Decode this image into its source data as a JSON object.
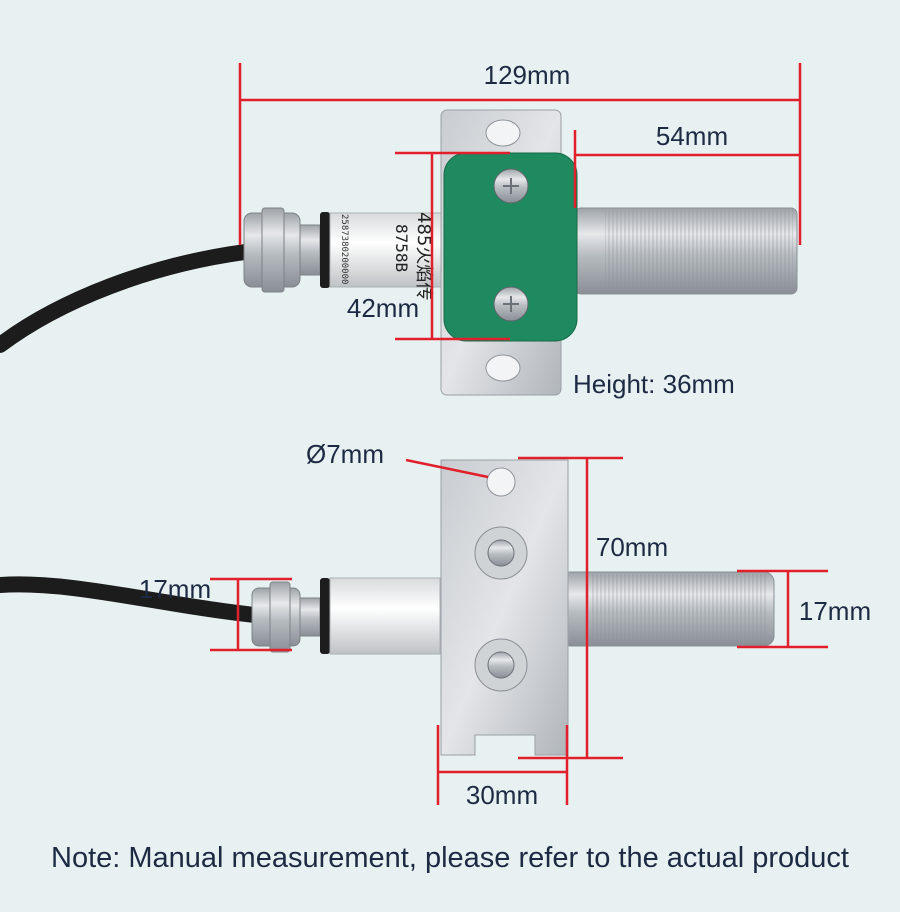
{
  "dimensions": {
    "total_length": "129mm",
    "probe_length": "54mm",
    "bracket_width_top": "42mm",
    "height": "Height: 36mm",
    "hole_diameter": "Ø7mm",
    "bracket_length": "70mm",
    "body_diameter": "17mm",
    "probe_diameter": "17mm",
    "bracket_width": "30mm"
  },
  "label": {
    "line1": "485火焰传",
    "line2": "8758B",
    "line3": "2587380200000"
  },
  "note": "Note: Manual measurement, please refer to the actual product",
  "colors": {
    "dimension_line": "#e0202a",
    "text": "#1d2a44",
    "background": "#e8f1f1",
    "green_mount": "#1f8a5f",
    "cable": "#222222",
    "metal": "#c9ccd0"
  }
}
